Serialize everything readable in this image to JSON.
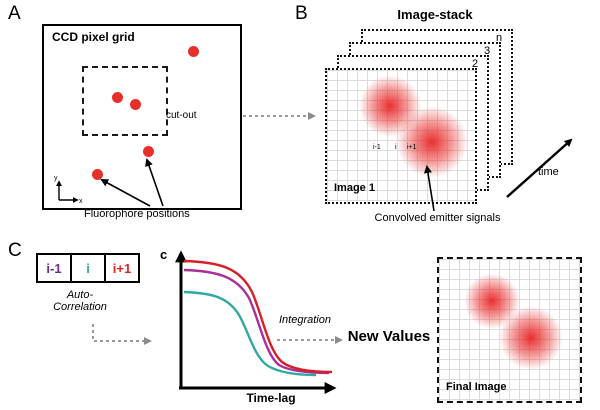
{
  "panel_a": {
    "label": "A",
    "grid_title": "CCD pixel grid",
    "cutout_label": "cut-out",
    "caption": "Fluorophore positions",
    "axis_x_label": "x",
    "axis_y_label": "y"
  },
  "panel_b": {
    "label": "B",
    "title": "Image-stack",
    "stack_labels": [
      "n",
      "3",
      "2"
    ],
    "image1_label": "Image 1",
    "pixel_labels": {
      "i_minus_1": "i-1",
      "i": "i",
      "i_plus_1": "i+1"
    },
    "time_label": "time",
    "caption": "Convolved emitter signals"
  },
  "panel_c": {
    "label": "C",
    "cells": {
      "i_minus_1": "i-1",
      "i": "i",
      "i_plus_1": "i+1"
    },
    "autocorrelation_line1": "Auto-",
    "autocorrelation_line2": "Correlation",
    "graph": {
      "ylabel": "c",
      "xlabel": "Time-lag"
    },
    "integration_label": "Integration",
    "new_values_label": "New Values",
    "final_image_label": "Final Image"
  },
  "colors": {
    "fluorophore_red": "#e8302a",
    "cell_purple": "#6a2c91",
    "cell_teal": "#2fa9a2",
    "cell_red": "#e42320",
    "curve_red": "#d52027",
    "curve_purple": "#a8309a",
    "curve_teal": "#2fa9a2"
  },
  "chart_data": {
    "type": "line",
    "title": "Auto-correlation decay curves (schematic)",
    "xlabel": "Time-lag",
    "ylabel": "c",
    "x_axis": "schematic, no numeric ticks",
    "grid": false,
    "legend": "none",
    "series": [
      {
        "name": "i",
        "color": "#2fa9a2",
        "x": [
          0,
          0.2,
          0.35,
          0.5,
          0.65,
          0.8,
          1
        ],
        "y": [
          0.72,
          0.7,
          0.6,
          0.35,
          0.1,
          0.05,
          0.045
        ]
      },
      {
        "name": "i-1",
        "color": "#a8309a",
        "x": [
          0,
          0.2,
          0.35,
          0.5,
          0.65,
          0.8,
          1
        ],
        "y": [
          0.88,
          0.86,
          0.78,
          0.48,
          0.15,
          0.065,
          0.06
        ]
      },
      {
        "name": "i+1",
        "color": "#d52027",
        "x": [
          0,
          0.2,
          0.35,
          0.5,
          0.65,
          0.8,
          1
        ],
        "y": [
          0.95,
          0.93,
          0.85,
          0.55,
          0.18,
          0.08,
          0.07
        ]
      }
    ]
  }
}
